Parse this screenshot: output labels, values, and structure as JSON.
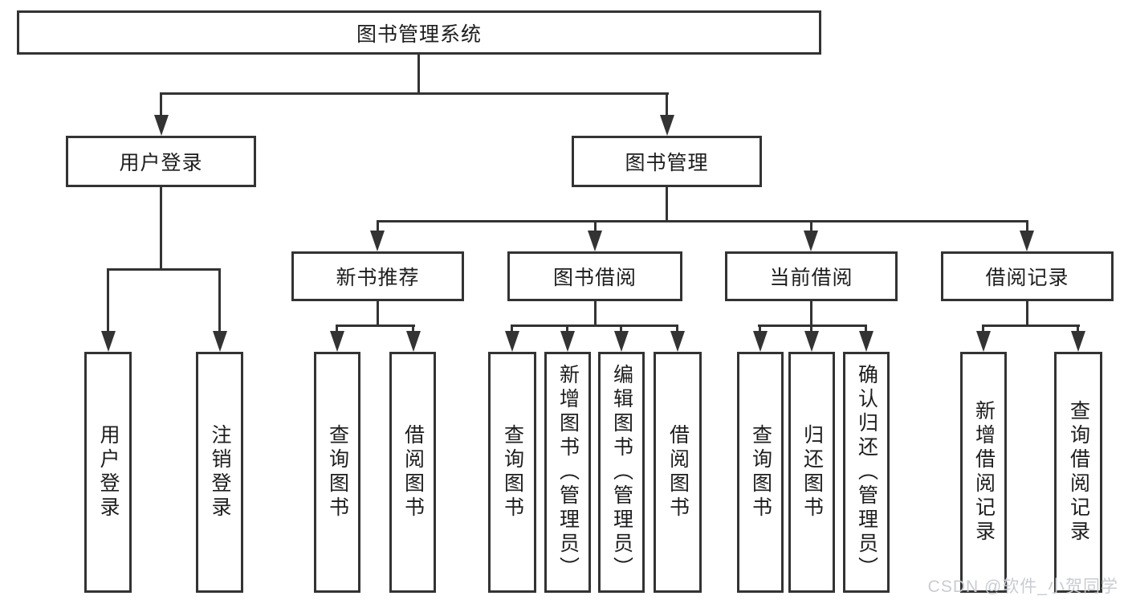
{
  "tree": {
    "label": "图书管理系统",
    "children": [
      {
        "label": "用户登录",
        "children": [
          {
            "label": "用户登录"
          },
          {
            "label": "注销登录"
          }
        ]
      },
      {
        "label": "图书管理",
        "children": [
          {
            "label": "新书推荐",
            "children": [
              {
                "label": "查询图书"
              },
              {
                "label": "借阅图书"
              }
            ]
          },
          {
            "label": "图书借阅",
            "children": [
              {
                "label": "查询图书"
              },
              {
                "label": "新增图书（管理员）"
              },
              {
                "label": "编辑图书（管理员）"
              },
              {
                "label": "借阅图书"
              }
            ]
          },
          {
            "label": "当前借阅",
            "children": [
              {
                "label": "查询图书"
              },
              {
                "label": "归还图书"
              },
              {
                "label": "确认归还（管理员）"
              }
            ]
          },
          {
            "label": "借阅记录",
            "children": [
              {
                "label": "新增借阅记录"
              },
              {
                "label": "查询借阅记录"
              }
            ]
          }
        ]
      }
    ]
  },
  "watermark": {
    "text": "CSDN @软件_小贺同学"
  },
  "colors": {
    "line": "#333333",
    "text": "#1d1d1f",
    "watermark": "#c8ccd2",
    "background": "#ffffff"
  }
}
